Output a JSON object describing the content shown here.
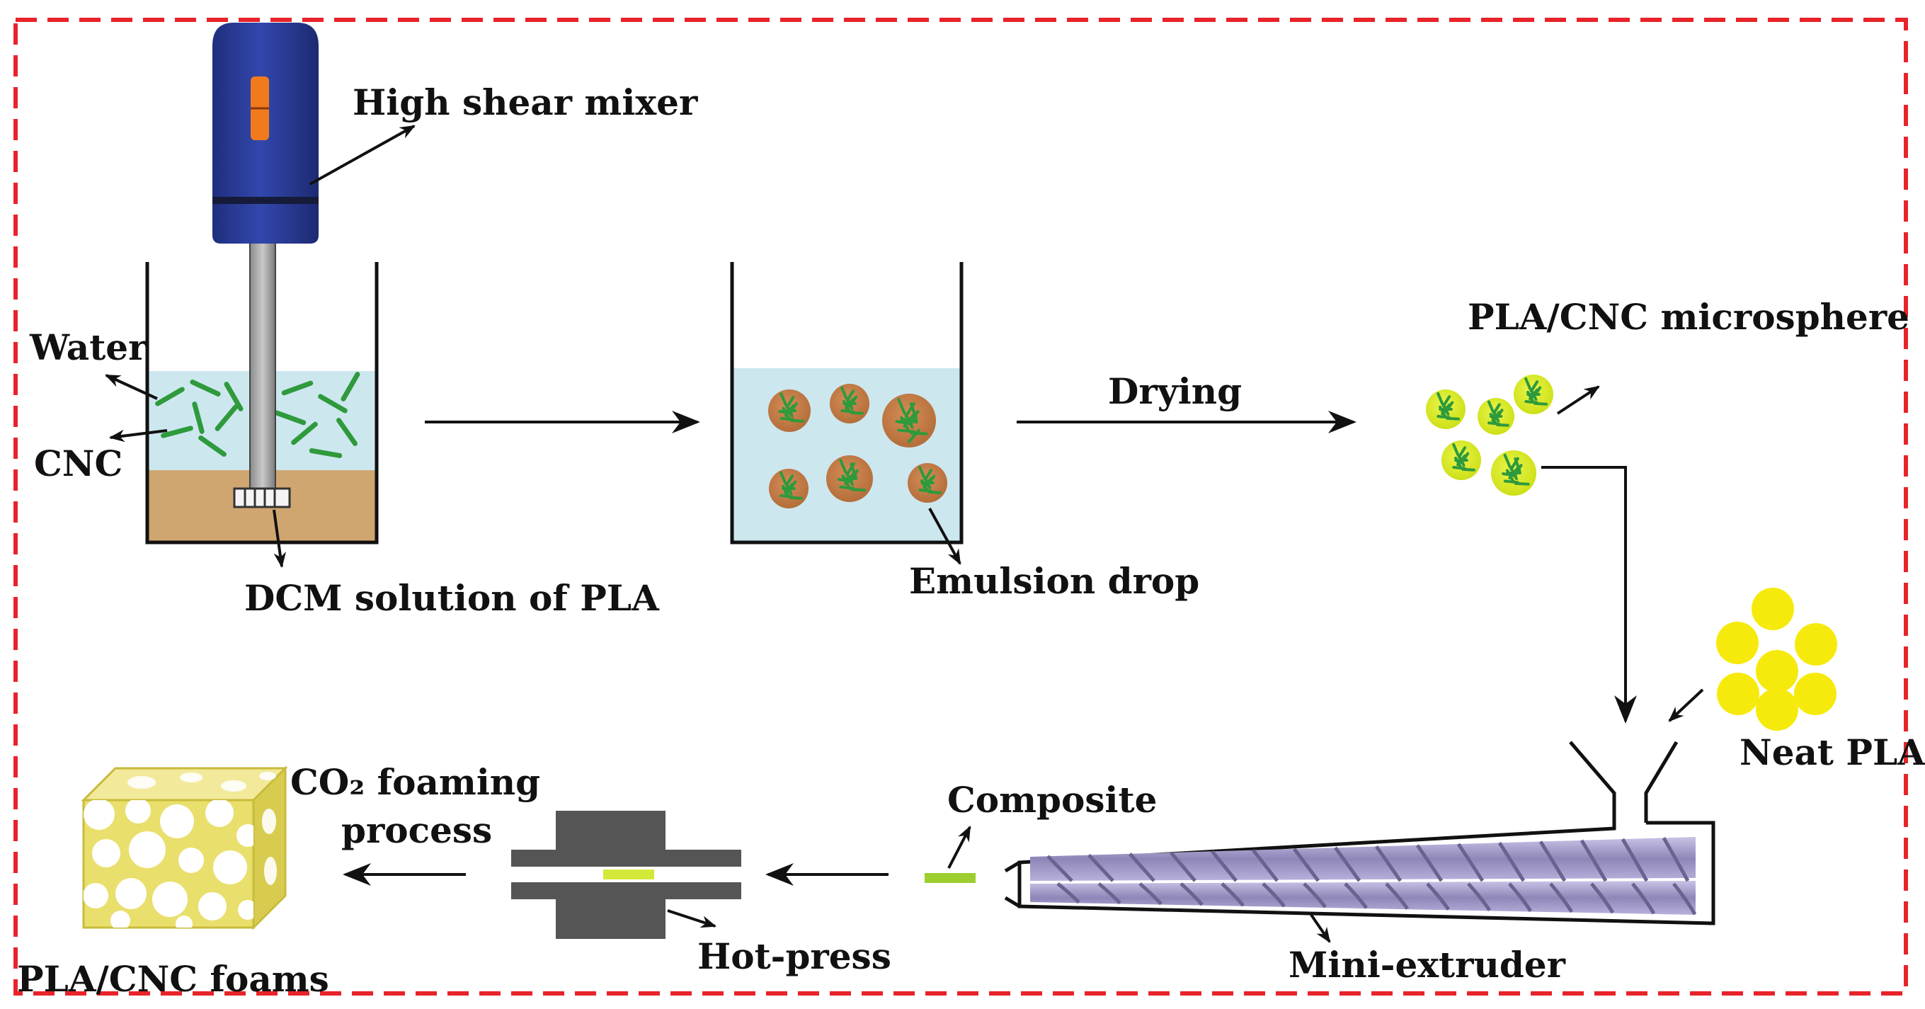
{
  "labels": {
    "high_shear_mixer": "High shear mixer",
    "water": "Water",
    "cnc": "CNC",
    "dcm_solution": "DCM solution of PLA",
    "emulsion_drop": "Emulsion drop",
    "drying": "Drying",
    "microsphere": "PLA/CNC microsphere",
    "neat_pla": "Neat PLA",
    "composite": "Composite",
    "mini_extruder": "Mini-extruder",
    "hot_press": "Hot-press",
    "co2_line1": "CO₂ foaming",
    "co2_line2": "process",
    "foams": "PLA/CNC foams"
  },
  "colors": {
    "border": "#e8232a",
    "water": "#cde7ef",
    "dcm": "#cfa670",
    "cnc": "#2e9a3c",
    "mixer_body": "#2a3d9a",
    "mixer_band": "#161b3a",
    "mixer_knob": "#f07a1c",
    "emulsion": "#c87f4a",
    "microsphere": "#d8ec1a",
    "neat_pla": "#f6ea0d",
    "composite": "#9ccf2e",
    "press": "#555555",
    "screw": "#a39bc8",
    "foam": "#e9df6c"
  }
}
